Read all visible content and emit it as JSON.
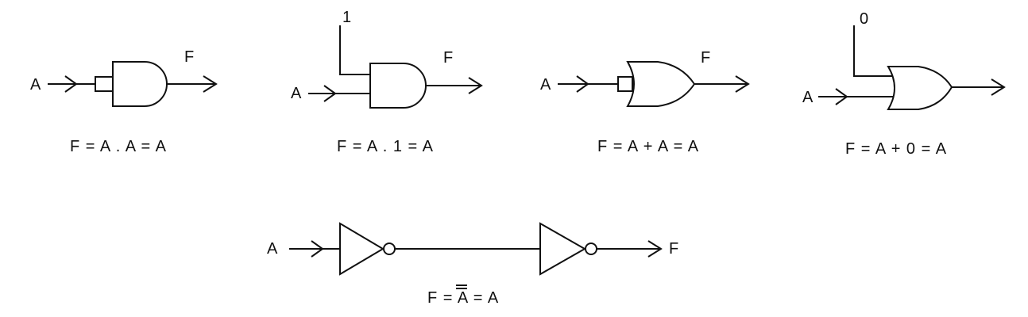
{
  "diagrams": [
    {
      "type": "AND",
      "inputs": [
        "A",
        "A"
      ],
      "output": "F",
      "equation": "F = A . A = A"
    },
    {
      "type": "AND",
      "inputs": [
        "1",
        "A"
      ],
      "output": "F",
      "equation": "F = A . 1 = A"
    },
    {
      "type": "OR",
      "inputs": [
        "A",
        "A"
      ],
      "output": "F",
      "equation": "F = A + A = A"
    },
    {
      "type": "OR",
      "inputs": [
        "0",
        "A"
      ],
      "output": "",
      "equation": "F = A + 0 = A"
    },
    {
      "type": "NOT-NOT",
      "input": "A",
      "output": "F",
      "equation": {
        "lhs": "F = ",
        "overbar_symbol": "A",
        "rhs": " = A"
      }
    }
  ],
  "colors": {
    "line": "#111111",
    "background": "#ffffff"
  }
}
